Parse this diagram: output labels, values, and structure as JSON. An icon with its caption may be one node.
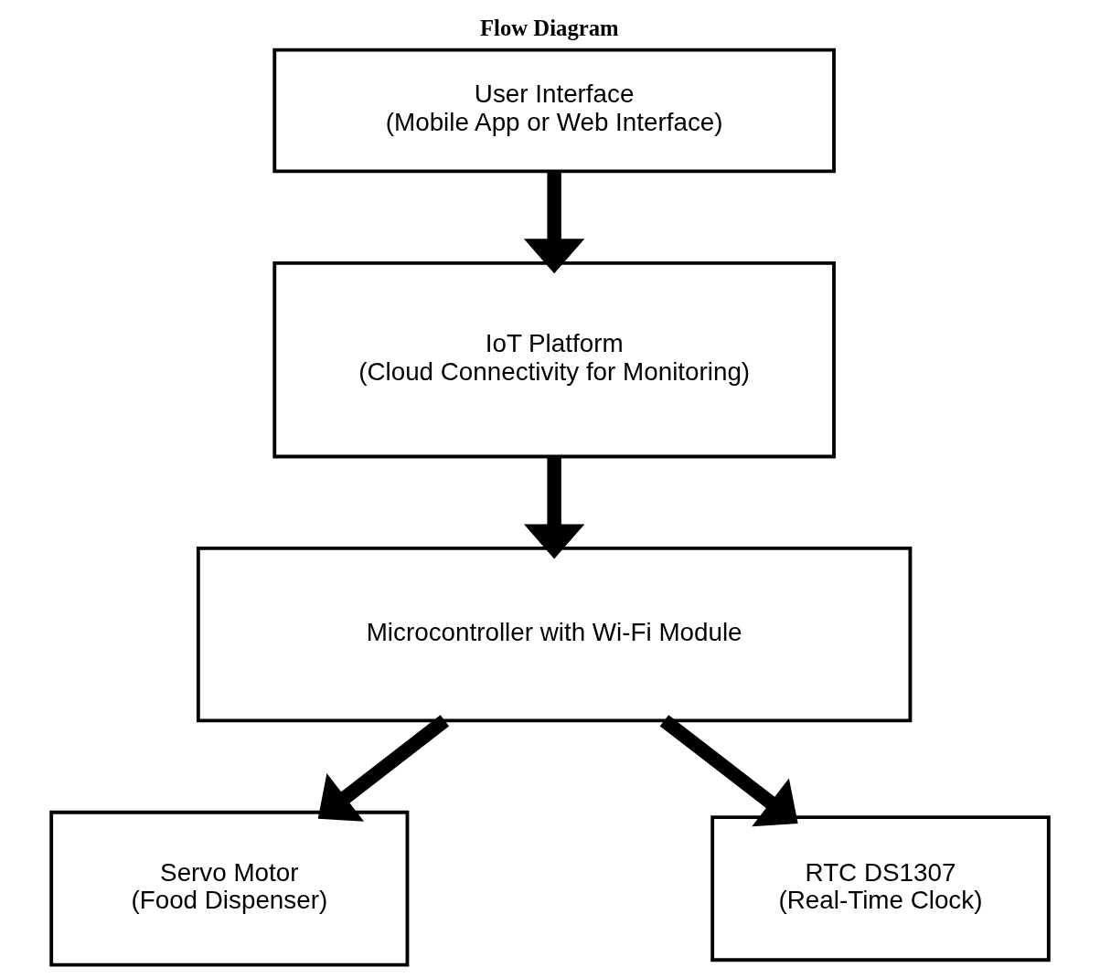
{
  "diagram": {
    "title": "Flow Diagram",
    "nodes": [
      {
        "text": [
          "User Interface",
          "(Mobile App or Web Interface)"
        ]
      },
      {
        "text": [
          "IoT Platform",
          "(Cloud Connectivity for Monitoring)"
        ]
      },
      {
        "text": [
          "Microcontroller with Wi-Fi Module"
        ]
      },
      {
        "text": [
          "Servo Motor",
          "(Food Dispenser)"
        ]
      },
      {
        "text": [
          "RTC DS1307",
          "(Real-Time Clock)"
        ]
      }
    ],
    "edges": [
      {
        "from": 0,
        "to": 1,
        "arrow": "to"
      },
      {
        "from": 1,
        "to": 2,
        "arrow": "to"
      },
      {
        "from": 2,
        "to": 3,
        "arrow": "to"
      },
      {
        "from": 2,
        "to": 4,
        "arrow": "to"
      }
    ]
  }
}
